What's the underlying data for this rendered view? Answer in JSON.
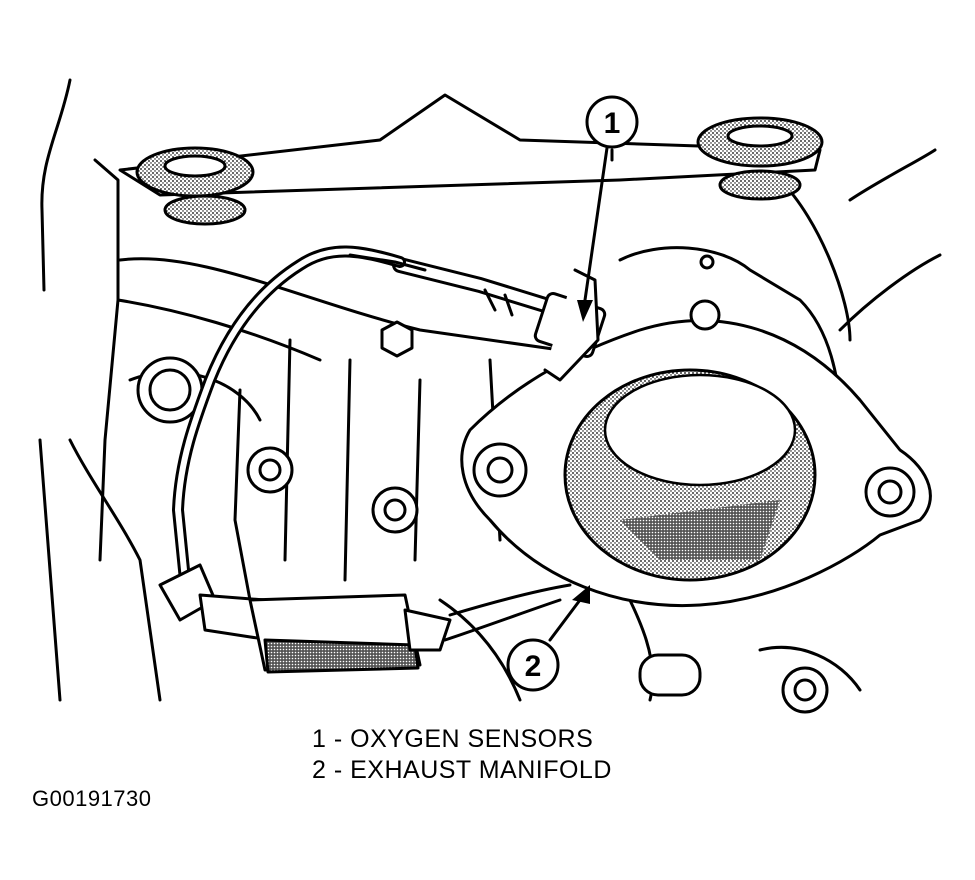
{
  "callouts": [
    {
      "number": "1"
    },
    {
      "number": "2"
    }
  ],
  "legend": [
    {
      "text": "1 - OXYGEN  SENSORS"
    },
    {
      "text": "2 - EXHAUST MANIFOLD"
    }
  ],
  "figure_id": "G00191730",
  "colors": {
    "line": "#000000",
    "background": "#ffffff",
    "shade": "#9a9a9a"
  }
}
